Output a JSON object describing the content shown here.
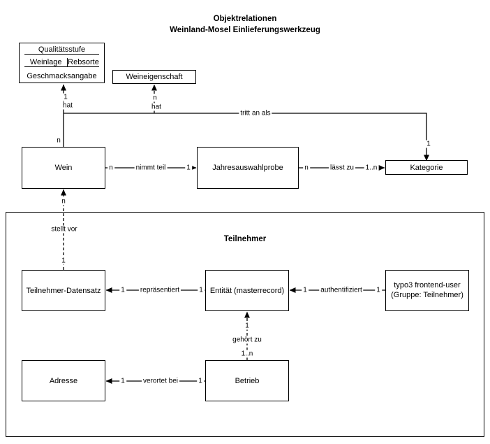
{
  "title": {
    "line1": "Objektrelationen",
    "line2": "Weinland-Mosel Einlieferungswerkzeug"
  },
  "entities": {
    "qualitaetsstufe": "Qualitätsstufe",
    "weinlage": "Weinlage",
    "rebsorte": "Rebsorte",
    "geschmacksangabe": "Geschmacksangabe",
    "weineigenschaft": "Weineigenschaft",
    "wein": "Wein",
    "jahresauswahlprobe": "Jahresauswahlprobe",
    "kategorie": "Kategorie",
    "teilnehmer_group": "Teilnehmer",
    "teilnehmer_datensatz": "Teilnehmer-Datensatz",
    "entitaet": "Entität (masterrecord)",
    "typo3_line1": "typo3 frontend-user",
    "typo3_line2": "(Gruppe: Teilnehmer)",
    "adresse": "Adresse",
    "betrieb": "Betrieb"
  },
  "relations": {
    "hat_qualitaetsstufe": {
      "label": "hat",
      "card_wein": "n",
      "card_qualitaetsstufe": "1"
    },
    "hat_weineigenschaft": {
      "label": "hat",
      "card_weineigenschaft": "n"
    },
    "tritt_an_als": {
      "label": "tritt an als",
      "card_kategorie": "1"
    },
    "nimmt_teil": {
      "label": "nimmt teil",
      "card_wein": "n",
      "card_jahresauswahlprobe": "1"
    },
    "laesst_zu": {
      "label": "lässt zu",
      "card_jahresauswahlprobe": "n",
      "card_kategorie": "1..n"
    },
    "stellt_vor": {
      "label": "stellt vor",
      "card_wein": "n",
      "card_teilnehmer_datensatz": "1"
    },
    "repraesentiert": {
      "label": "repräsentiert",
      "card_teilnehmer_datensatz": "1",
      "card_entitaet": "1"
    },
    "authentifiziert": {
      "label": "authentifiziert",
      "card_entitaet": "1",
      "card_typo3": "1"
    },
    "gehoert_zu": {
      "label": "gehört zu",
      "card_entitaet": "1",
      "card_betrieb": "1..n"
    },
    "verortet_bei": {
      "label": "verortet bei",
      "card_adresse": "1",
      "card_betrieb": "1"
    }
  },
  "colors": {
    "line": "#000000",
    "background": "#ffffff",
    "text": "#000000"
  }
}
